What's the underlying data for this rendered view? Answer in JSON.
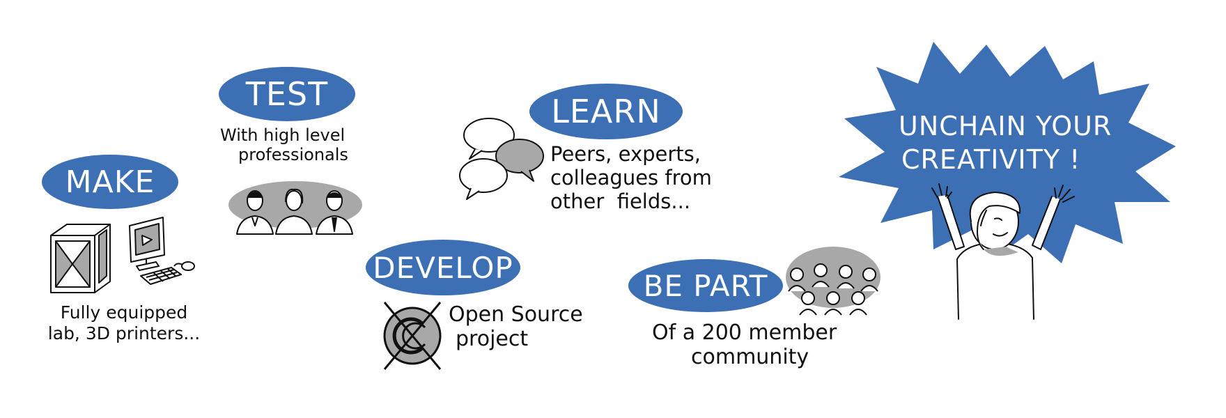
{
  "colors": {
    "accent": "#3d6fb5",
    "ink": "#111111",
    "gray": "#a8a8a8"
  },
  "make": {
    "label": "MAKE",
    "caption_line1": "Fully equipped",
    "caption_line2": "lab, 3D printers...",
    "icons": [
      "3d-printer-icon",
      "computer-icon"
    ]
  },
  "test": {
    "label": "TEST",
    "caption_line1": "With high level",
    "caption_line2": "professionals",
    "icons": [
      "professionals-group-icon"
    ]
  },
  "develop": {
    "label": "DEVELOP",
    "caption_line1": "Open Source",
    "caption_line2": "project",
    "icons": [
      "crossed-copyright-icon"
    ]
  },
  "learn": {
    "label": "LEARN",
    "caption_line1": "Peers, experts,",
    "caption_line2": "colleagues from",
    "caption_line3": "other  fields...",
    "icons": [
      "speech-bubbles-icon"
    ]
  },
  "be_part": {
    "label": "BE PART",
    "caption_line1": "Of a 200 member",
    "caption_line2": "community",
    "icons": [
      "community-crowd-icon"
    ]
  },
  "unchain": {
    "line1": "UNCHAIN YOUR",
    "line2": "CREATIVITY !",
    "icons": [
      "starburst-shape",
      "cheering-person-icon"
    ]
  }
}
